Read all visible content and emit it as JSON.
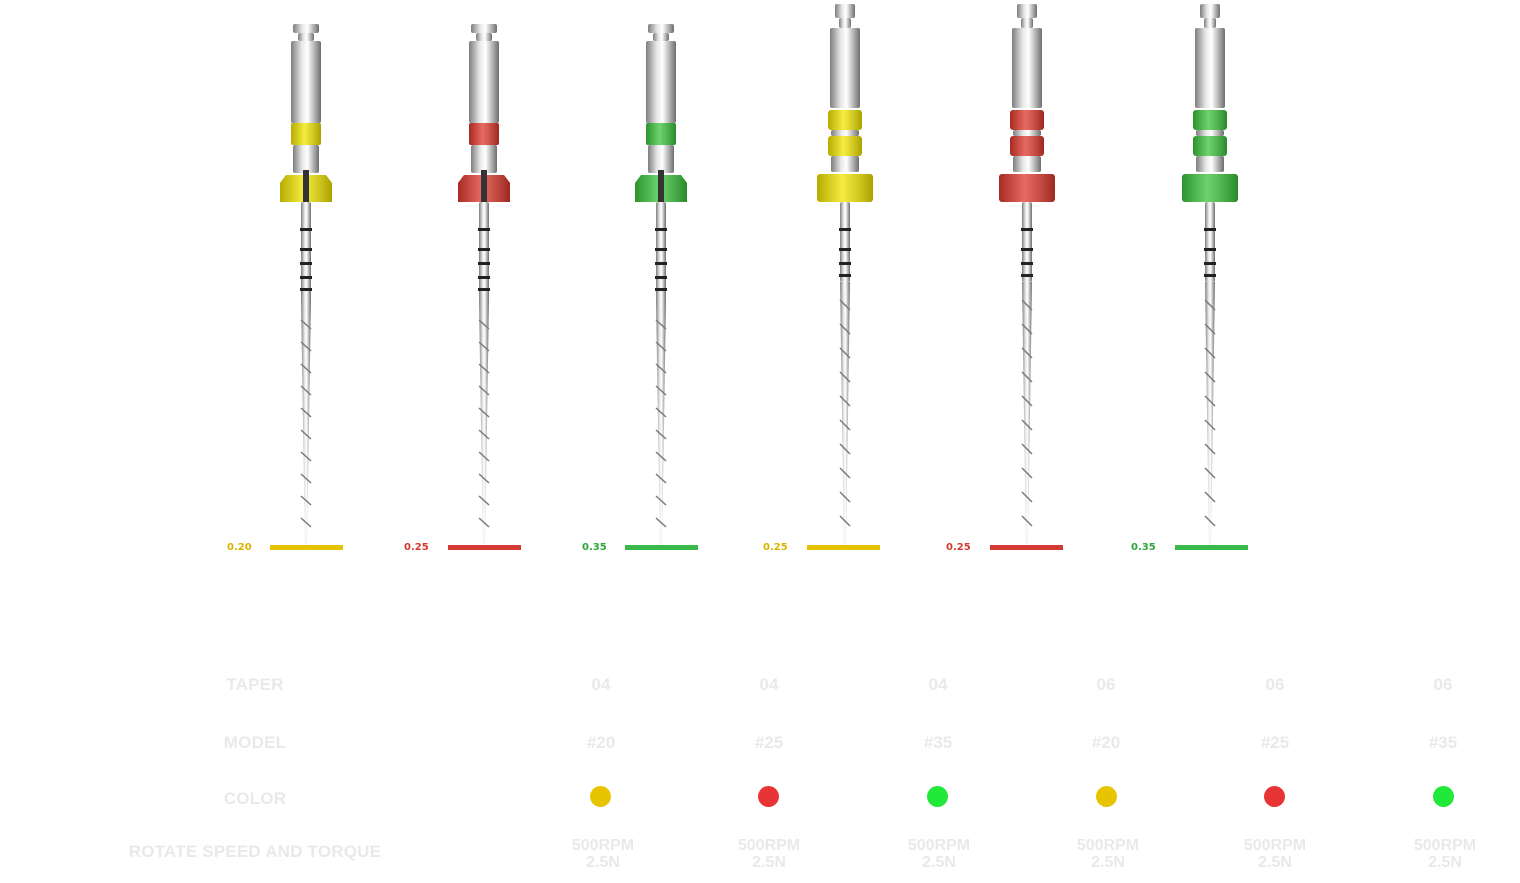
{
  "files": [
    {
      "size_label": "0.20",
      "color": "#f2e600",
      "line_color": "#e6c200",
      "label_color": "#d9b300"
    },
    {
      "size_label": "0.25",
      "color": "#e0392e",
      "line_color": "#d63a34",
      "label_color": "#d33a2e"
    },
    {
      "size_label": "0.35",
      "color": "#3cc43c",
      "line_color": "#39b949",
      "label_color": "#2fa63a"
    },
    {
      "size_label": "0.25",
      "color": "#f2e600",
      "line_color": "#e6c200",
      "label_color": "#d9b300"
    },
    {
      "size_label": "0.25",
      "color": "#e0392e",
      "line_color": "#d63a34",
      "label_color": "#d33a2e"
    },
    {
      "size_label": "0.35",
      "color": "#3cc43c",
      "line_color": "#39b949",
      "label_color": "#2fa63a"
    }
  ],
  "table": {
    "labels": {
      "taper": "TAPER",
      "model": "MODEL",
      "color": "COLOR",
      "speed": "ROTATE SPEED AND TORQUE"
    },
    "columns": [
      {
        "taper": "04",
        "model": "#20",
        "dot_color": "#e8c400",
        "speed": "500RPM",
        "torque": "2.5N"
      },
      {
        "taper": "04",
        "model": "#25",
        "dot_color": "#e83434",
        "speed": "500RPM",
        "torque": "2.5N"
      },
      {
        "taper": "04",
        "model": "#35",
        "dot_color": "#22e83a",
        "speed": "500RPM",
        "torque": "2.5N"
      },
      {
        "taper": "06",
        "model": "#20",
        "dot_color": "#e8c400",
        "speed": "500RPM",
        "torque": "2.5N"
      },
      {
        "taper": "06",
        "model": "#25",
        "dot_color": "#e83434",
        "speed": "500RPM",
        "torque": "2.5N"
      },
      {
        "taper": "06",
        "model": "#35",
        "dot_color": "#22e83a",
        "speed": "500RPM",
        "torque": "2.5N"
      }
    ]
  }
}
